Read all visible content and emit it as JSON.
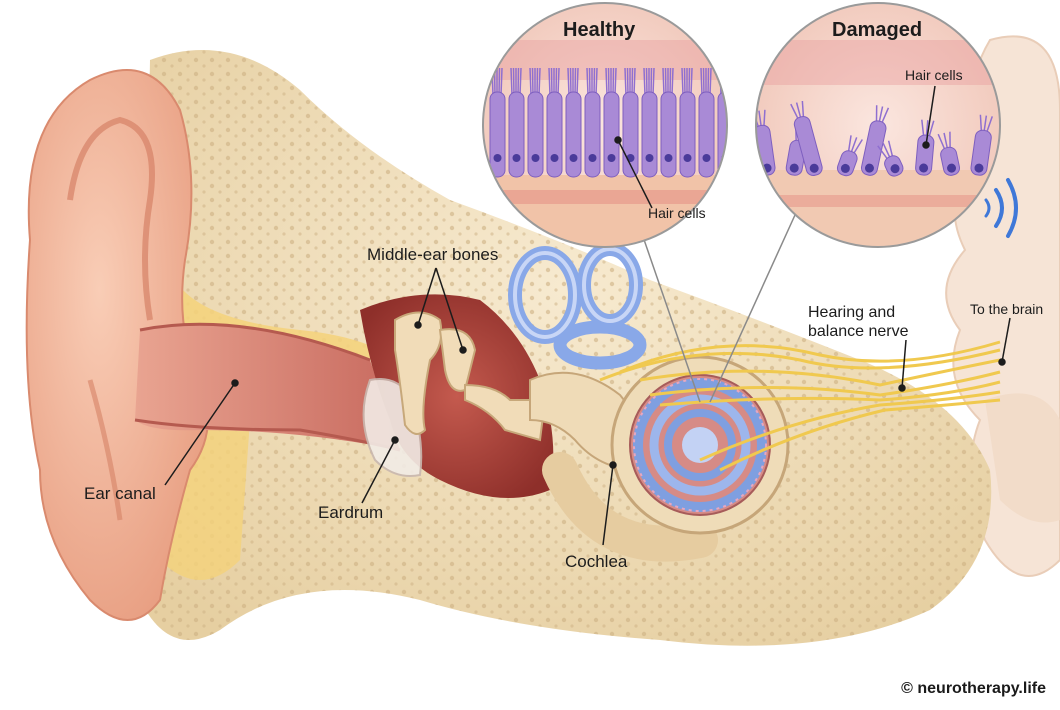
{
  "labels": {
    "healthy": "Healthy",
    "damaged": "Damaged",
    "hair_cells_damaged": "Hair cells",
    "hair_cells_healthy": "Hair cells",
    "middle_ear_bones": "Middle-ear bones",
    "hearing_nerve": "Hearing and balance nerve",
    "to_brain": "To the brain",
    "ear_canal": "Ear canal",
    "eardrum": "Eardrum",
    "cochlea": "Cochlea"
  },
  "credit": "© neurotherapy.life",
  "colors": {
    "skin": "#f2b69a",
    "bone": "#efdcb6",
    "canal": "#d98377",
    "cochlea_blue": "#7f9fe0",
    "hair_cell": "#a98ad6",
    "nerve": "#f2cf5a"
  }
}
